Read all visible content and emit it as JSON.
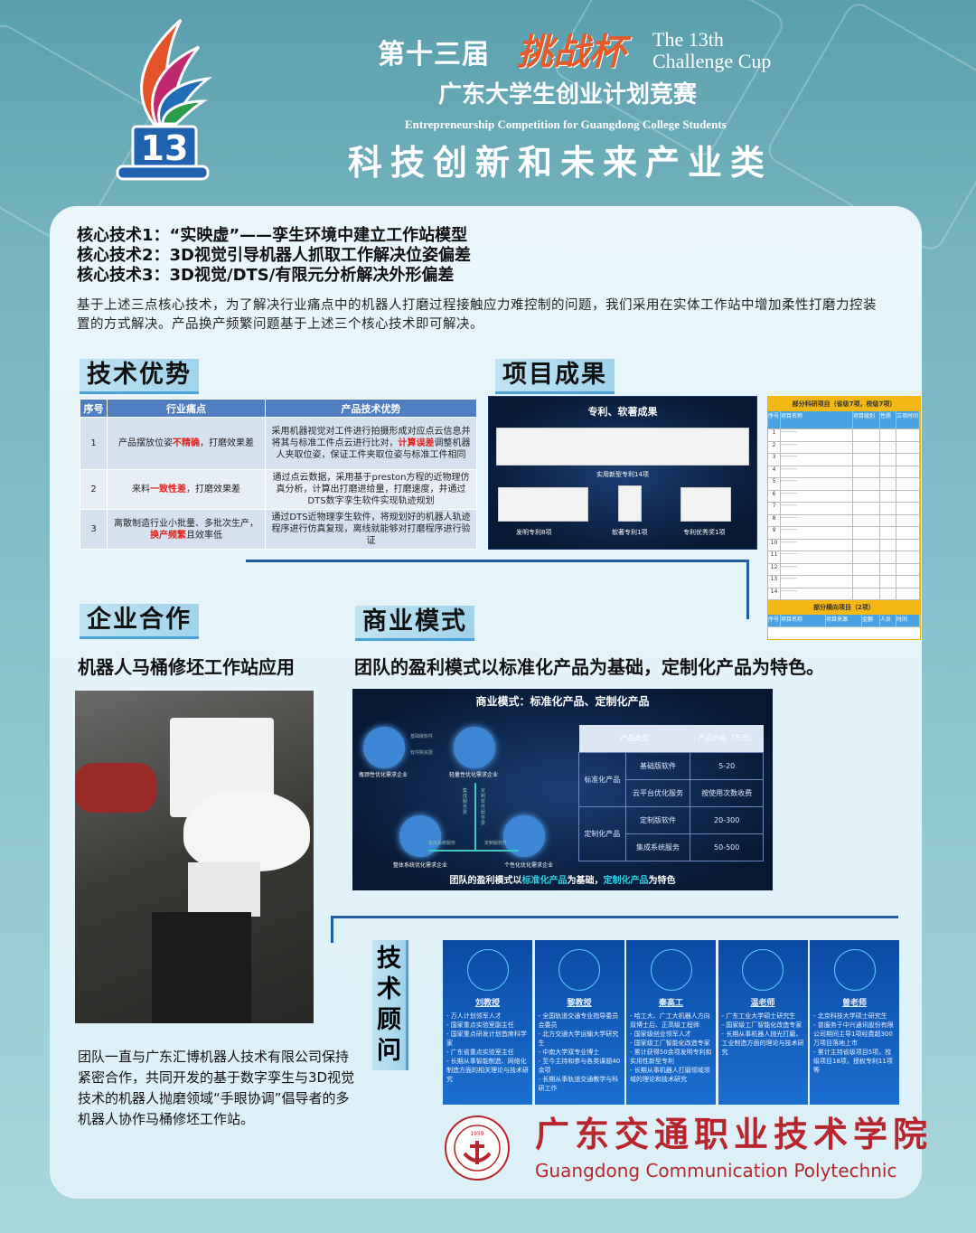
{
  "header": {
    "edition": "第十三届",
    "cup_name": "挑战杯",
    "cup_en_line1": "The 13th",
    "cup_en_line2": "Challenge Cup",
    "competition": "广东大学生创业计划竞赛",
    "competition_en": "Entrepreneurship Competition for Guangdong College Students",
    "category": "科技创新和未来产业类",
    "logo_text": "13"
  },
  "core_tech": [
    "核心技术1：“实映虚”——孪生环境中建立工作站模型",
    "核心技术2：3D视觉引导机器人抓取工作解决位姿偏差",
    "核心技术3：3D视觉/DTS/有限元分析解决外形偏差"
  ],
  "intro": "基于上述三点核心技术，为了解决行业痛点中的机器人打磨过程接触应力难控制的问题，我们采用在实体工作站中增加柔性打磨力控装置的方式解决。产品换产频繁问题基于上述三个核心技术即可解决。",
  "tech_advantage": {
    "heading": "技术优势",
    "columns": [
      "序号",
      "行业痛点",
      "产品技术优势"
    ],
    "rows": [
      {
        "no": "1",
        "pain_pre": "产品摆放位姿",
        "pain_hl": "不精确",
        "pain_post": "，打磨效果差",
        "adv_pre": "采用机器视觉对工件进行拍摄形成对应点云信息并将其与标准工件点云进行比对，",
        "adv_hl": "计算误差",
        "adv_post": "调整机器人夹取位姿，保证工件夹取位姿与标准工件相同"
      },
      {
        "no": "2",
        "pain_pre": "来料",
        "pain_hl": "一致性差",
        "pain_post": "，打磨效果差",
        "adv_pre": "通过点云数据，采用基于preston方程的近物理仿真分析，计算出打磨进给量，打磨速度，并通过DTS数字孪生软件实现轨迹规划",
        "adv_hl": "",
        "adv_post": ""
      },
      {
        "no": "3",
        "pain_pre": "离散制造行业小批量、多批次生产，",
        "pain_hl": "换产频繁",
        "pain_post": "且效率低",
        "adv_pre": "通过DTS近物理孪生软件，将规划好的机器人轨迹程序进行仿真复现，离线就能够对打磨程序进行验证",
        "adv_hl": "",
        "adv_post": ""
      }
    ]
  },
  "results": {
    "heading": "项目成果",
    "panel_title": "专利、软著成果",
    "utility": "实用新型专利14项",
    "invention": "发明专利8项",
    "software": "软著专利1项",
    "award": "专利优秀奖1项",
    "list_title": "部分科研项目（省级7项，校级7项）",
    "list_cols": [
      "序号",
      "项目名称",
      "项目级别",
      "性质",
      "立项时间"
    ],
    "list_rows": [
      "1",
      "2",
      "3",
      "4",
      "5",
      "6",
      "7",
      "8",
      "9",
      "10",
      "11",
      "12",
      "13",
      "14"
    ],
    "list2_title": "部分横向项目（2项）",
    "list2_cols": [
      "序号",
      "项目名称",
      "项目来源",
      "金额",
      "人员",
      "时间"
    ]
  },
  "cooperation": {
    "heading": "企业合作",
    "subtitle": "机器人马桶修坯工作站应用",
    "description": "团队一直与广东汇博机器人技术有限公司保持紧密合作，共同开发的基于数字孪生与3D视觉技术的机器人抛磨领域“手眼协调”倡导者的多机器人协作马桶修坯工作站。"
  },
  "business": {
    "heading": "商业模式",
    "subtitle": "团队的盈利模式以标准化产品为基础，定制化产品为特色。",
    "panel_title": "商业模式：标准化产品、定制化产品",
    "nodes": [
      "瓶颈性优化需求企业",
      "轻量性优化需求企业",
      "整体系统优化需求企业",
      "个性化优化需求企业"
    ],
    "arrows": [
      "基础版软件",
      "软件购买费",
      "集成服务费",
      "定制软件服务费",
      "集成系统服务",
      "定制版软件"
    ],
    "table_cols": [
      "产品类型",
      "产品价格（万元）"
    ],
    "table": [
      {
        "type": "标准化产品",
        "item": "基础版软件",
        "price": "5-20"
      },
      {
        "type": "",
        "item": "云平台优化服务",
        "price": "按使用次数收费"
      },
      {
        "type": "定制化产品",
        "item": "定制版软件",
        "price": "20-300"
      },
      {
        "type": "",
        "item": "集成系统服务",
        "price": "50-500"
      }
    ],
    "footer_pre": "团队的盈利模式以",
    "footer_hl1": "标准化产品",
    "footer_mid": "为基础，",
    "footer_hl2": "定制化产品",
    "footer_post": "为特色"
  },
  "advisors": {
    "heading": "技术顾问",
    "people": [
      {
        "name": "刘教授",
        "items": [
          "万人计划领军人才",
          "国家重点实验室副主任",
          "国家重点研发计划首席科学家",
          "广东省重点实验室主任",
          "长期从事智能制造、网络化制造方面的相关理论与技术研究"
        ]
      },
      {
        "name": "黎教授",
        "items": [
          "全国轨道交通专业指导委员会委员",
          "北方交通大学运输大学研究生",
          "中南大学双专业博士",
          "至今主持和参与各类课题40余项",
          "长期从事轨道交通教学与科研工作"
        ]
      },
      {
        "name": "秦高工",
        "items": [
          "哈工大、广工大机器人方向双博士后、正高级工程师",
          "国家级创业领军人才",
          "国家级工厂智能化改造专家",
          "累计获得50余项发明专利和实用性新型专利",
          "长期从事机器人打磨领域领域的理论和技术研究"
        ]
      },
      {
        "name": "温老师",
        "items": [
          "广东工业大学硕士研究生",
          "国家级工厂智能化改造专家",
          "长期从事机器人抛光打磨，工业制造方面的理论与技术研究"
        ]
      },
      {
        "name": "曾老师",
        "items": [
          "北京科技大学硕士研究生",
          "曾服务于中兴通讯股份有限公司期间主导1项经费超300万项目落地上市",
          "累计主持省级项目5项，校级项目18项，授权专利11项等"
        ]
      }
    ]
  },
  "school": {
    "name": "广东交通职业技术学院",
    "name_en": "Guangdong Communication Polytechnic",
    "seal_year": "1959"
  },
  "colors": {
    "highlight": "#e0221b",
    "school": "#b8262d",
    "table_header": "#4f7fc0"
  }
}
